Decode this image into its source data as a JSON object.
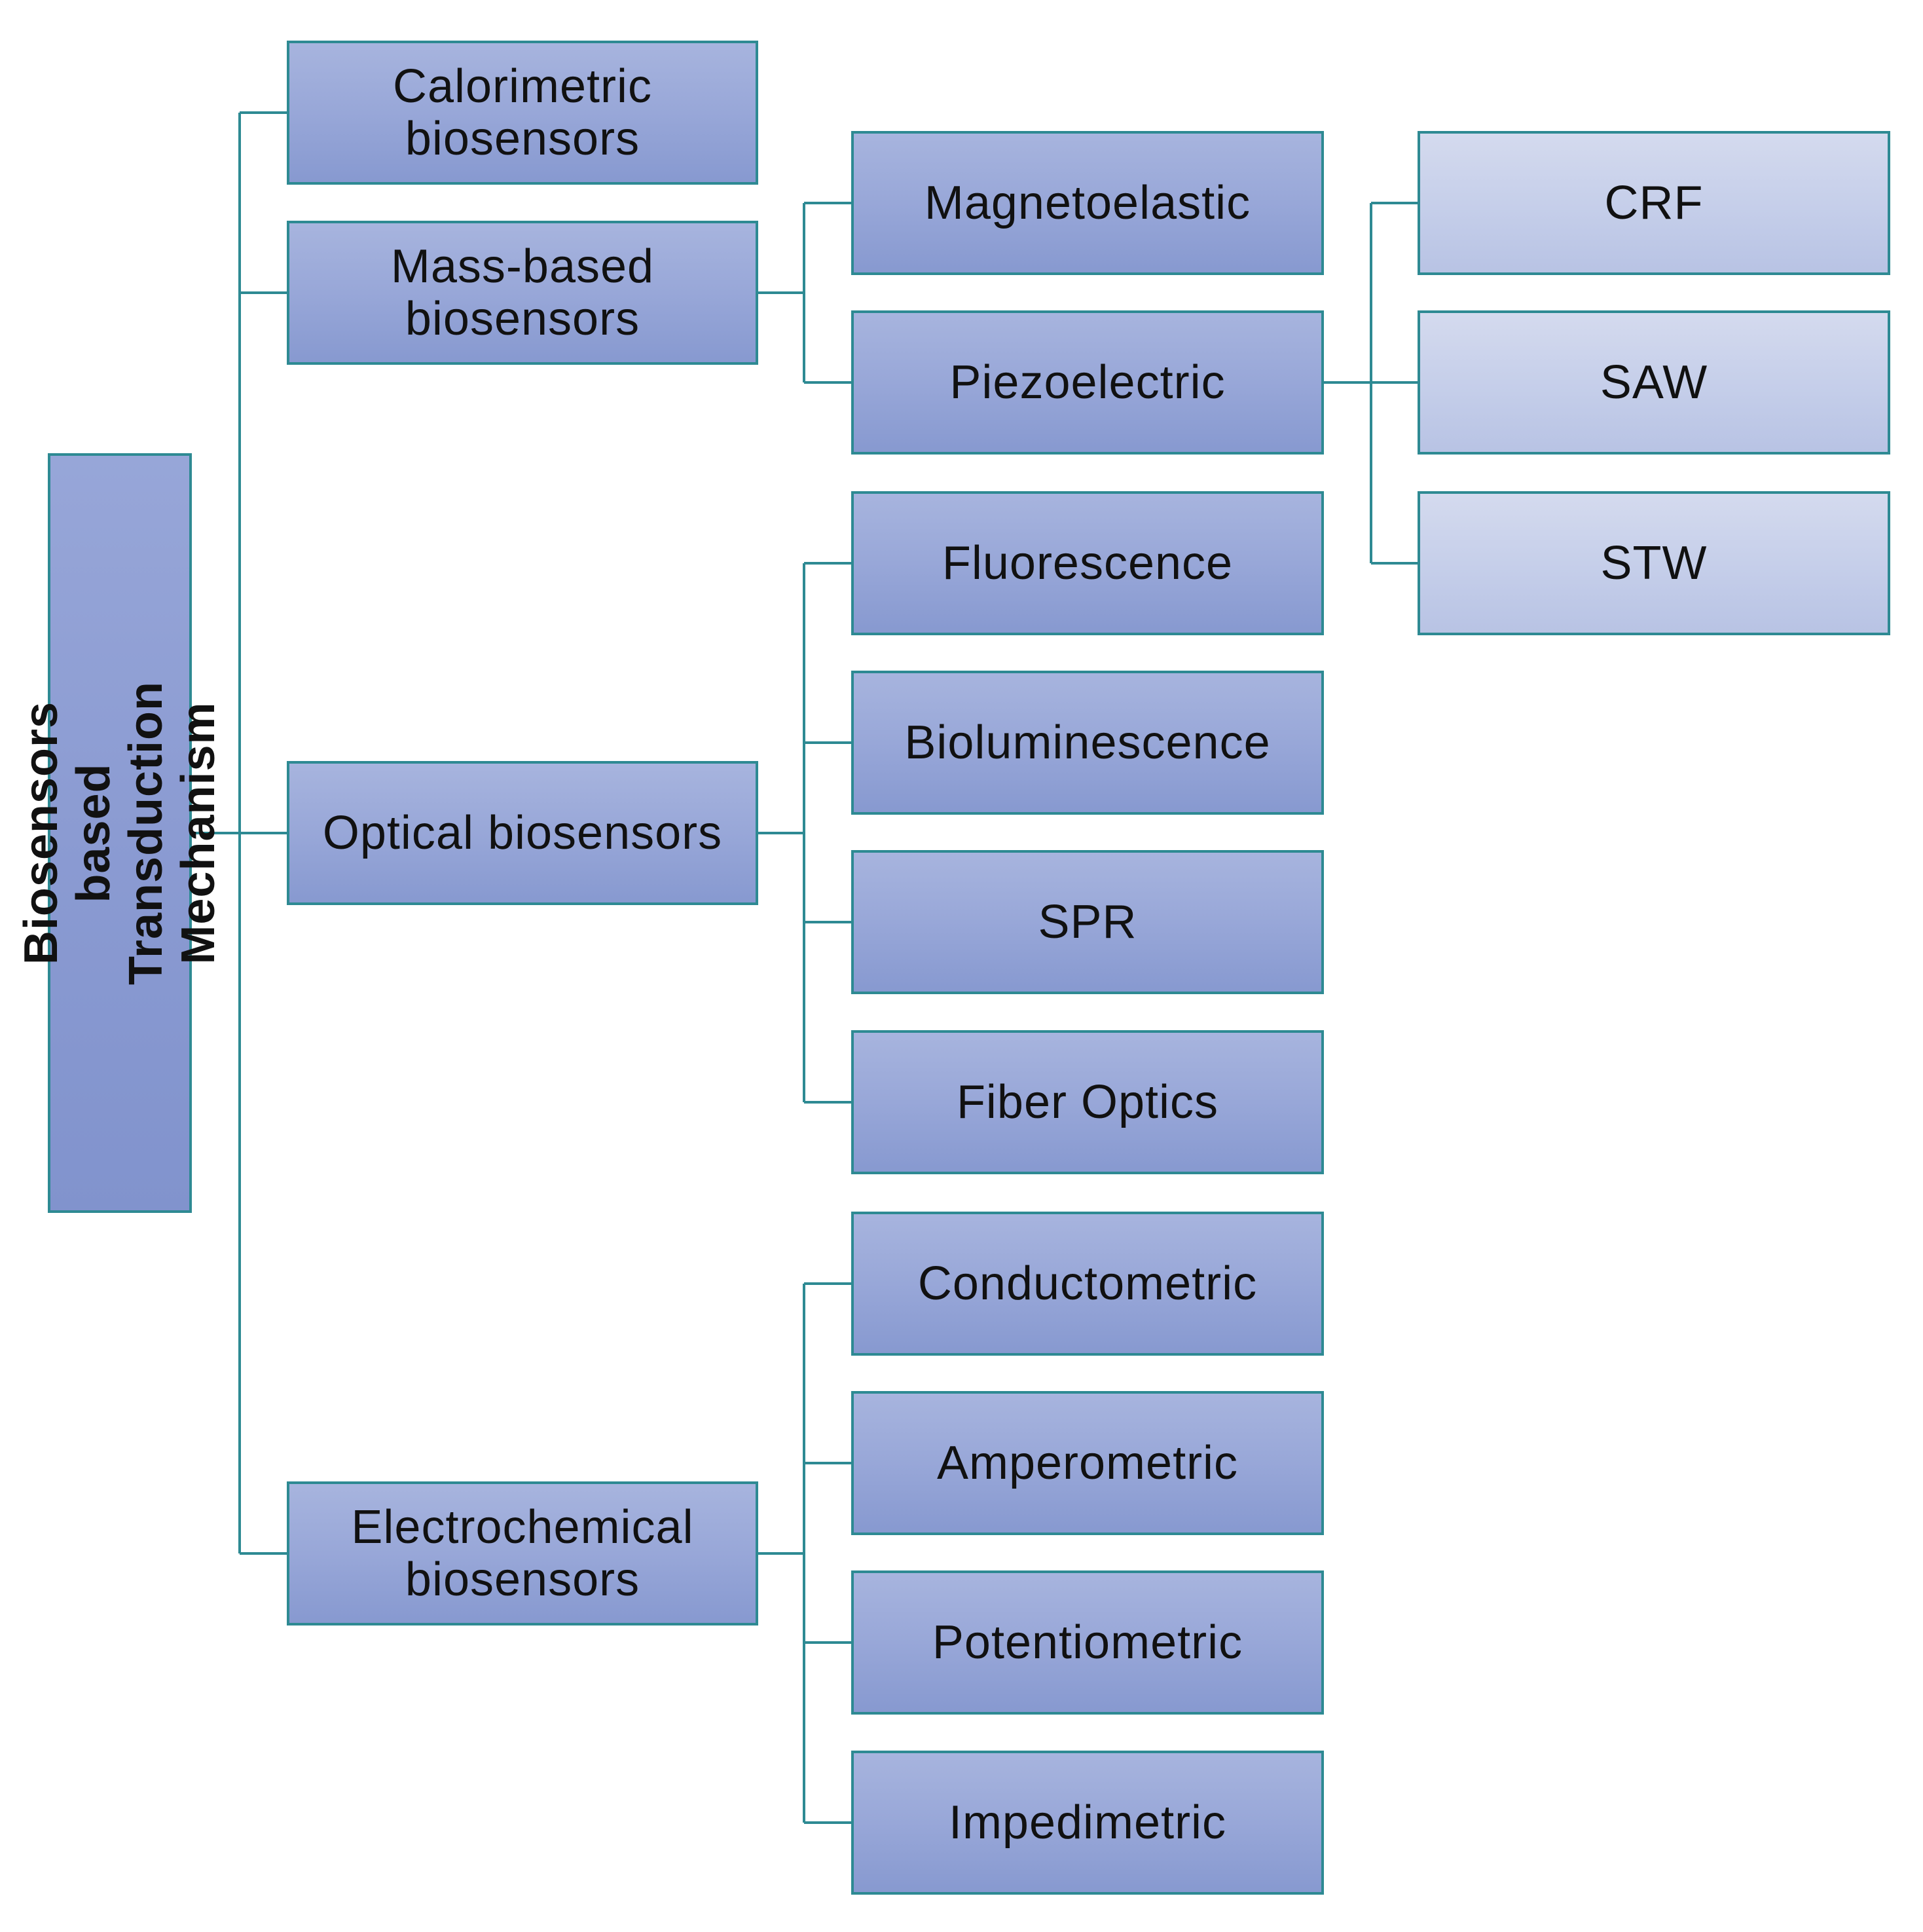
{
  "diagram": {
    "root": {
      "label": "Biosensors based\nTransduction Mechanism"
    },
    "categories": {
      "calorimetric": "Calorimetric\nbiosensors",
      "mass_based": "Mass-based\nbiosensors",
      "optical": "Optical biosensors",
      "electrochemical": "Electrochemical\nbiosensors"
    },
    "mass_based_children": {
      "magnetoelastic": "Magnetoelastic",
      "piezoelectric": "Piezoelectric"
    },
    "piezoelectric_children": {
      "crf": "CRF",
      "saw": "SAW",
      "stw": "STW"
    },
    "optical_children": {
      "fluorescence": "Fluorescence",
      "bioluminescence": "Bioluminescence",
      "spr": "SPR",
      "fiber_optics": "Fiber Optics"
    },
    "electrochemical_children": {
      "conductometric": "Conductometric",
      "amperometric": "Amperometric",
      "potentiometric": "Potentiometric",
      "impedimetric": "Impedimetric"
    },
    "colors": {
      "box_fill": "#98a7d8",
      "leaf_fill": "#c6cfea",
      "connector": "#2e8a93",
      "text": "#111111"
    }
  }
}
